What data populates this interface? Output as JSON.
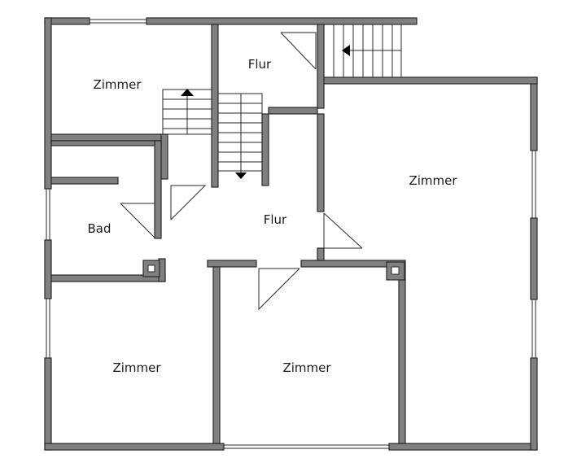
{
  "rooms": {
    "zimmer_top_left": "Zimmer",
    "flur_top": "Flur",
    "zimmer_right": "Zimmer",
    "bad": "Bad",
    "flur_center": "Flur",
    "zimmer_bottom_left": "Zimmer",
    "zimmer_bottom_center": "Zimmer"
  },
  "colors": {
    "wall_fill": "#808080",
    "line": "#2a2a2a",
    "background": "#ffffff"
  }
}
